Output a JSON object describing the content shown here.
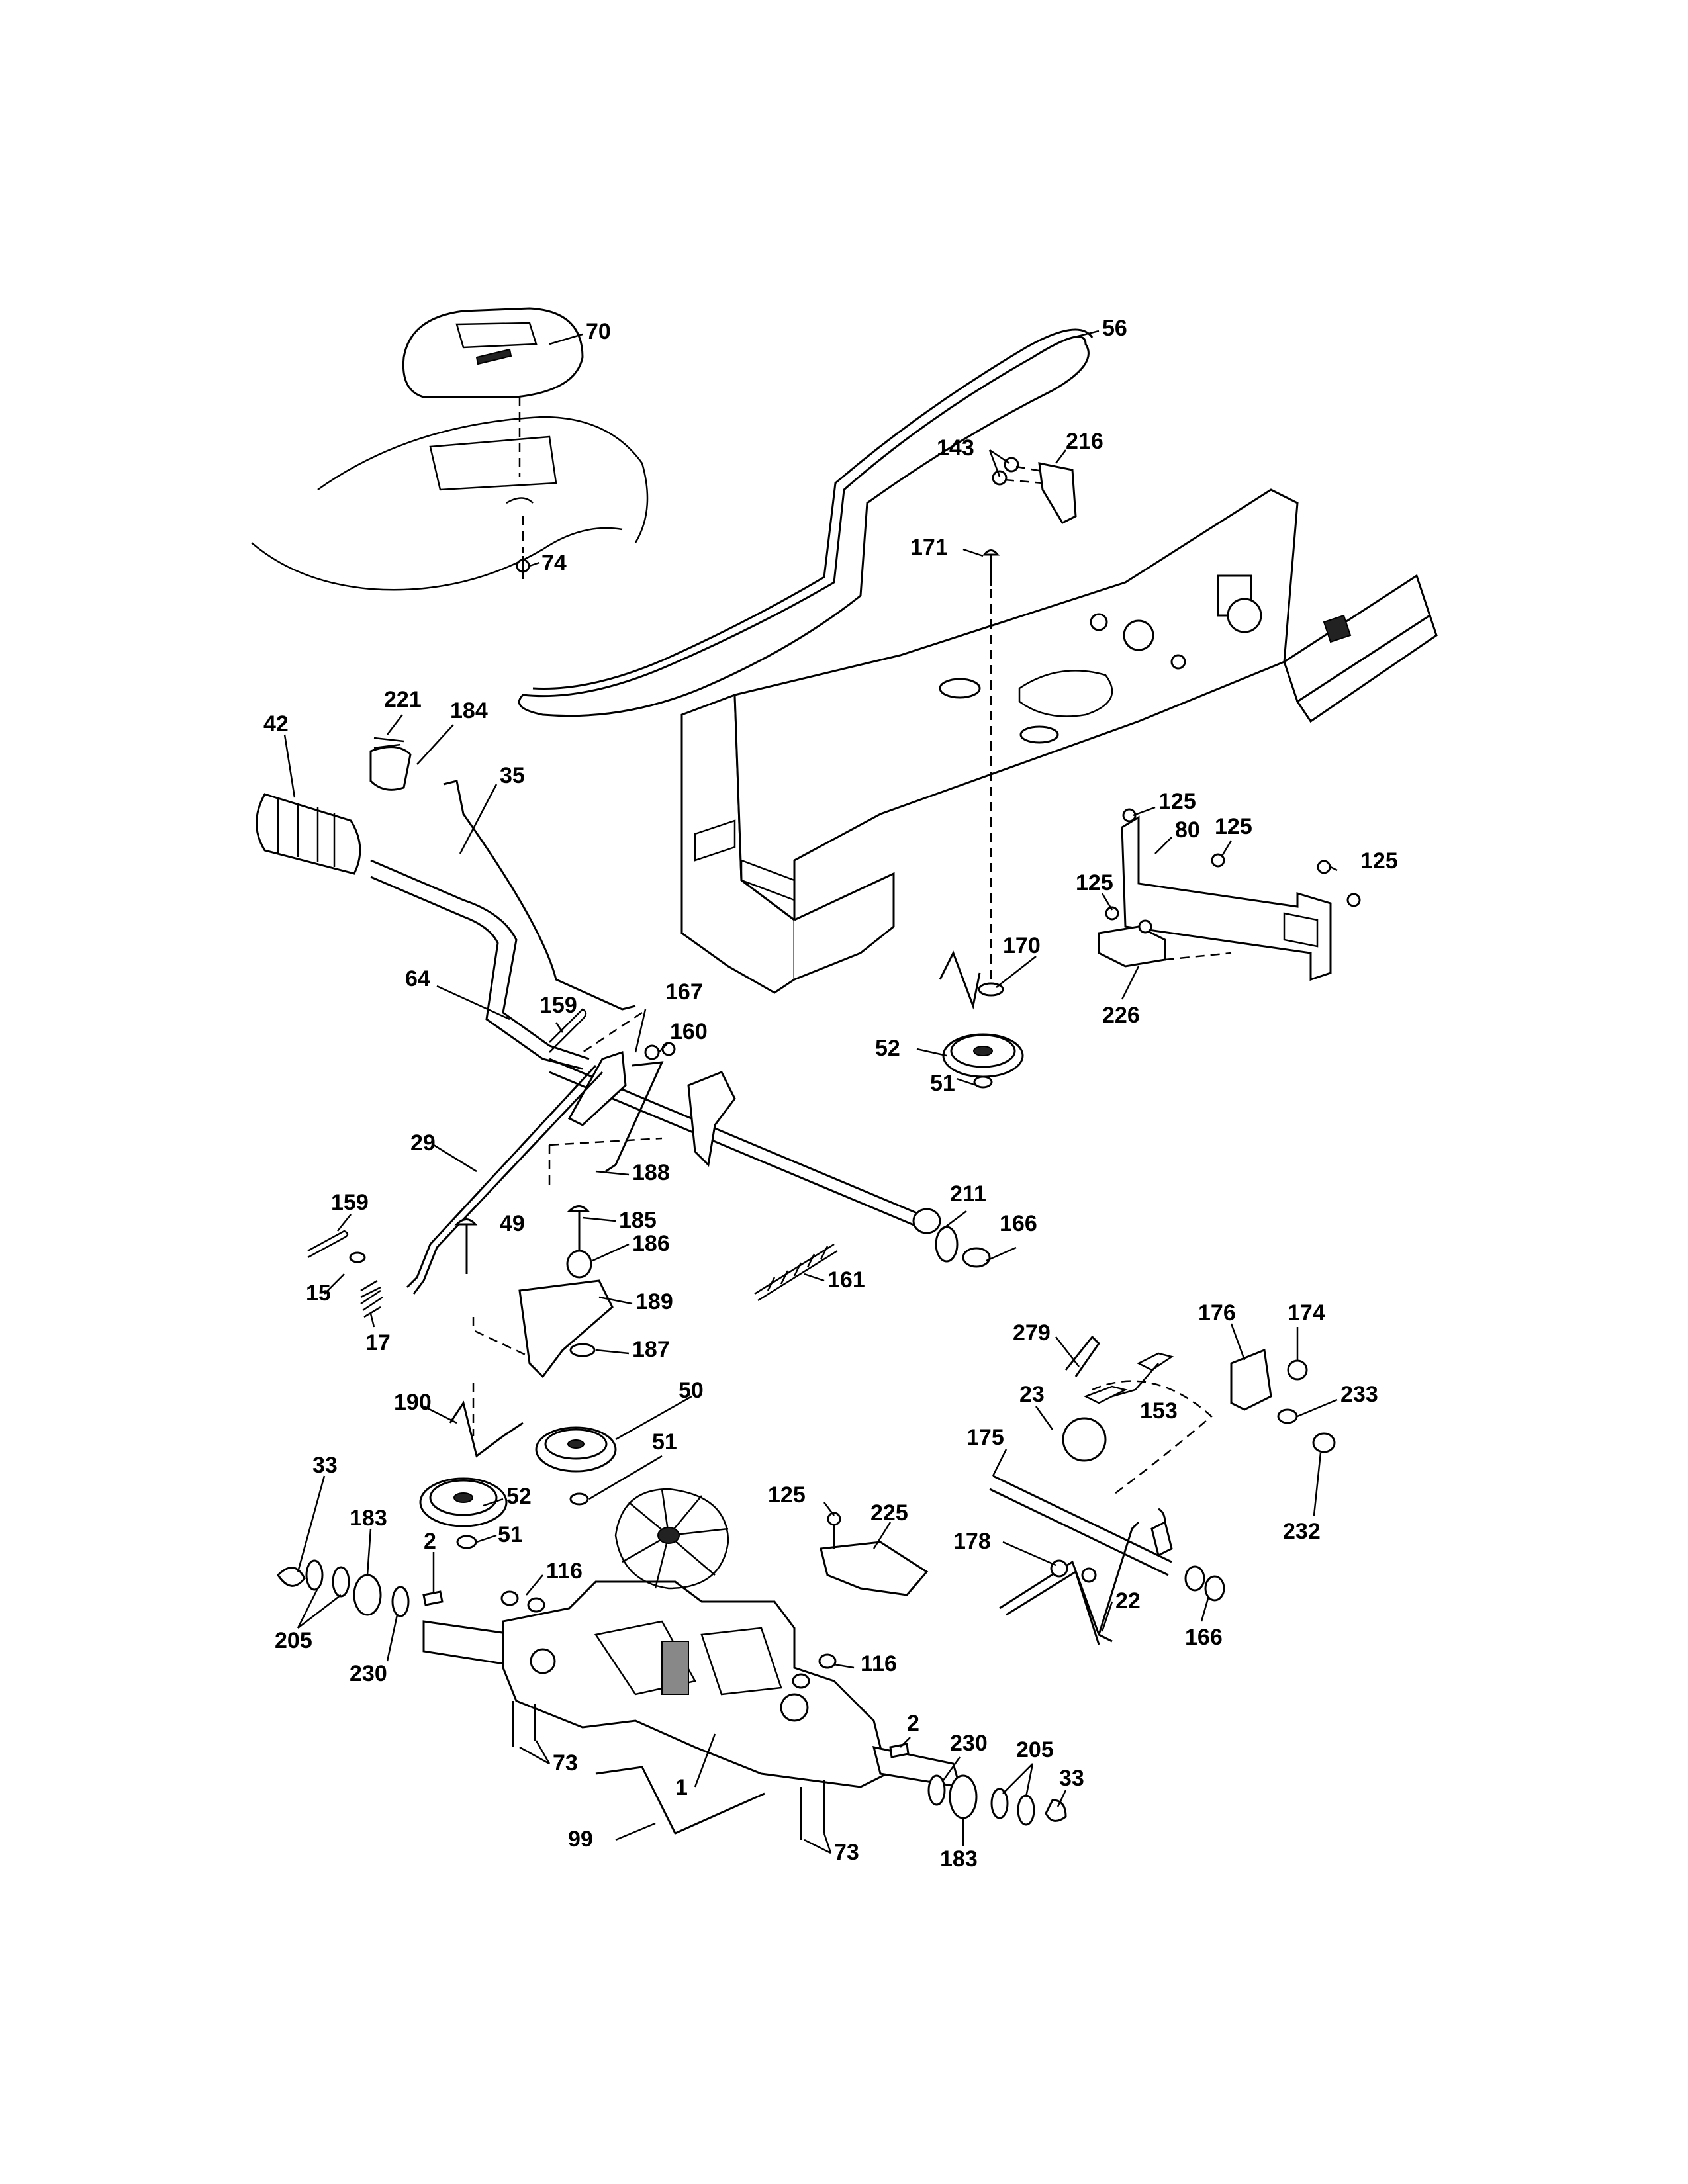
{
  "diagram": {
    "callouts": [
      {
        "id": "c70",
        "text": "70"
      },
      {
        "id": "c56",
        "text": "56"
      },
      {
        "id": "c143",
        "text": "143"
      },
      {
        "id": "c216",
        "text": "216"
      },
      {
        "id": "c74",
        "text": "74"
      },
      {
        "id": "c171",
        "text": "171"
      },
      {
        "id": "c221",
        "text": "221"
      },
      {
        "id": "c184",
        "text": "184"
      },
      {
        "id": "c42",
        "text": "42"
      },
      {
        "id": "c35",
        "text": "35"
      },
      {
        "id": "c125a",
        "text": "125"
      },
      {
        "id": "c80",
        "text": "80"
      },
      {
        "id": "c125b",
        "text": "125"
      },
      {
        "id": "c125c",
        "text": "125"
      },
      {
        "id": "c125d",
        "text": "125"
      },
      {
        "id": "c170",
        "text": "170"
      },
      {
        "id": "c226",
        "text": "226"
      },
      {
        "id": "c64",
        "text": "64"
      },
      {
        "id": "c159a",
        "text": "159"
      },
      {
        "id": "c167",
        "text": "167"
      },
      {
        "id": "c160",
        "text": "160"
      },
      {
        "id": "c52a",
        "text": "52"
      },
      {
        "id": "c51a",
        "text": "51"
      },
      {
        "id": "c29",
        "text": "29"
      },
      {
        "id": "c188",
        "text": "188"
      },
      {
        "id": "c211",
        "text": "211"
      },
      {
        "id": "c166a",
        "text": "166"
      },
      {
        "id": "c159b",
        "text": "159"
      },
      {
        "id": "c49",
        "text": "49"
      },
      {
        "id": "c185",
        "text": "185"
      },
      {
        "id": "c186",
        "text": "186"
      },
      {
        "id": "c15",
        "text": "15"
      },
      {
        "id": "c161",
        "text": "161"
      },
      {
        "id": "c189",
        "text": "189"
      },
      {
        "id": "c17",
        "text": "17"
      },
      {
        "id": "c187",
        "text": "187"
      },
      {
        "id": "c279",
        "text": "279"
      },
      {
        "id": "c176",
        "text": "176"
      },
      {
        "id": "c174",
        "text": "174"
      },
      {
        "id": "c50",
        "text": "50"
      },
      {
        "id": "c190",
        "text": "190"
      },
      {
        "id": "c23",
        "text": "23"
      },
      {
        "id": "c153",
        "text": "153"
      },
      {
        "id": "c233",
        "text": "233"
      },
      {
        "id": "c51b",
        "text": "51"
      },
      {
        "id": "c33a",
        "text": "33"
      },
      {
        "id": "c52b",
        "text": "52"
      },
      {
        "id": "c175",
        "text": "175"
      },
      {
        "id": "c183a",
        "text": "183"
      },
      {
        "id": "c51c",
        "text": "51"
      },
      {
        "id": "c125e",
        "text": "125"
      },
      {
        "id": "c225",
        "text": "225"
      },
      {
        "id": "c232",
        "text": "232"
      },
      {
        "id": "c2a",
        "text": "2"
      },
      {
        "id": "c116a",
        "text": "116"
      },
      {
        "id": "c178",
        "text": "178"
      },
      {
        "id": "c205a",
        "text": "205"
      },
      {
        "id": "c230a",
        "text": "230"
      },
      {
        "id": "c22",
        "text": "22"
      },
      {
        "id": "c166b",
        "text": "166"
      },
      {
        "id": "c116b",
        "text": "116"
      },
      {
        "id": "c2b",
        "text": "2"
      },
      {
        "id": "c230b",
        "text": "230"
      },
      {
        "id": "c205b",
        "text": "205"
      },
      {
        "id": "c73a",
        "text": "73"
      },
      {
        "id": "c1",
        "text": "1"
      },
      {
        "id": "c33b",
        "text": "33"
      },
      {
        "id": "c99",
        "text": "99"
      },
      {
        "id": "c73b",
        "text": "73"
      },
      {
        "id": "c183b",
        "text": "183"
      }
    ]
  }
}
